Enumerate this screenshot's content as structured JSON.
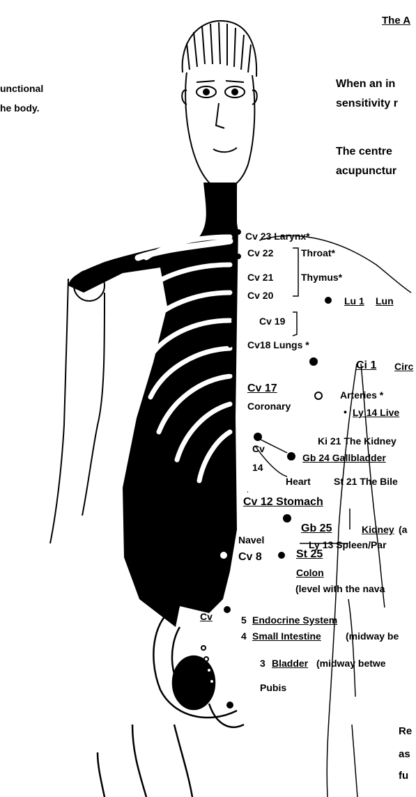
{
  "header": {
    "title": "The A",
    "left_line1": "unctional",
    "left_line2": "he body.",
    "para1_line1": "When an in",
    "para1_line2": "sensitivity r",
    "para2_line1": "The centre",
    "para2_line2": "acupunctur"
  },
  "points": {
    "cv23": "Cv 23 Larynx*",
    "cv22": "Cv 22",
    "throat": "Throat*",
    "cv21": "Cv 21",
    "thymus": "Thymus*",
    "cv20": "Cv 20",
    "cv19": "Cv 19",
    "lu1_code": "Lu 1",
    "lu1_name": "Lun",
    "cv18": "Cv18  Lungs *",
    "ci1_code": "Ci 1",
    "ci1_name": "Circ",
    "cv17": "Cv 17",
    "coronary": "Coronary",
    "arteries": "Arteries *",
    "ly14": "Ly 14 Live",
    "ki21": "Ki 21 The Kidney",
    "cv14_a": "Cv",
    "cv14_b": "14",
    "gb24": "Gb 24 Gallbladder",
    "heart": "Heart",
    "st21": "St 21 The Bile",
    "cv12": "Cv 12 Stomach",
    "gb25_code": "Gb 25",
    "gb25_name": "Kidney",
    "gb25_rest": "(a",
    "ly13": "Ly 13 Spleen/Par",
    "navel": "Navel",
    "cv8": "Cv 8",
    "st25": "St 25",
    "colon": "Colon",
    "colon_note": "(level with the nava",
    "cv_lower": "Cv",
    "p5_num": "5",
    "p5_name": "Endocrine System",
    "p4_num": "4",
    "p4_name": "Small Intestine",
    "p4_rest": "(midway be",
    "p3_num": "3",
    "p3_name": "Bladder",
    "p3_rest": "(midway betwe",
    "pubis": "Pubis"
  },
  "footer": {
    "line1": "Re",
    "line2": "as",
    "line3": "fu"
  }
}
